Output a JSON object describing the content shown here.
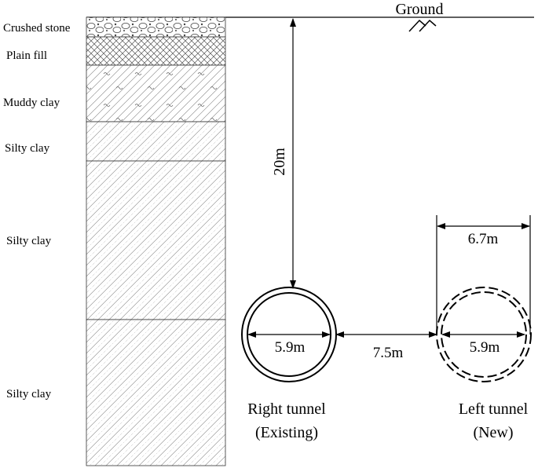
{
  "ground": {
    "label": "Ground"
  },
  "layers": [
    {
      "name": "Crushed stone"
    },
    {
      "name": "Plain fill"
    },
    {
      "name": "Muddy clay"
    },
    {
      "name": "Silty clay"
    },
    {
      "name": "Silty clay"
    },
    {
      "name": "Silty clay"
    }
  ],
  "dimensions": {
    "depth": "20m",
    "right_diameter": "5.9m",
    "spacing": "7.5m",
    "left_outer": "6.7m",
    "left_diameter": "5.9m"
  },
  "tunnels": {
    "right": {
      "title": "Right tunnel",
      "subtitle": "(Existing)"
    },
    "left": {
      "title": "Left tunnel",
      "subtitle": "(New)"
    }
  }
}
